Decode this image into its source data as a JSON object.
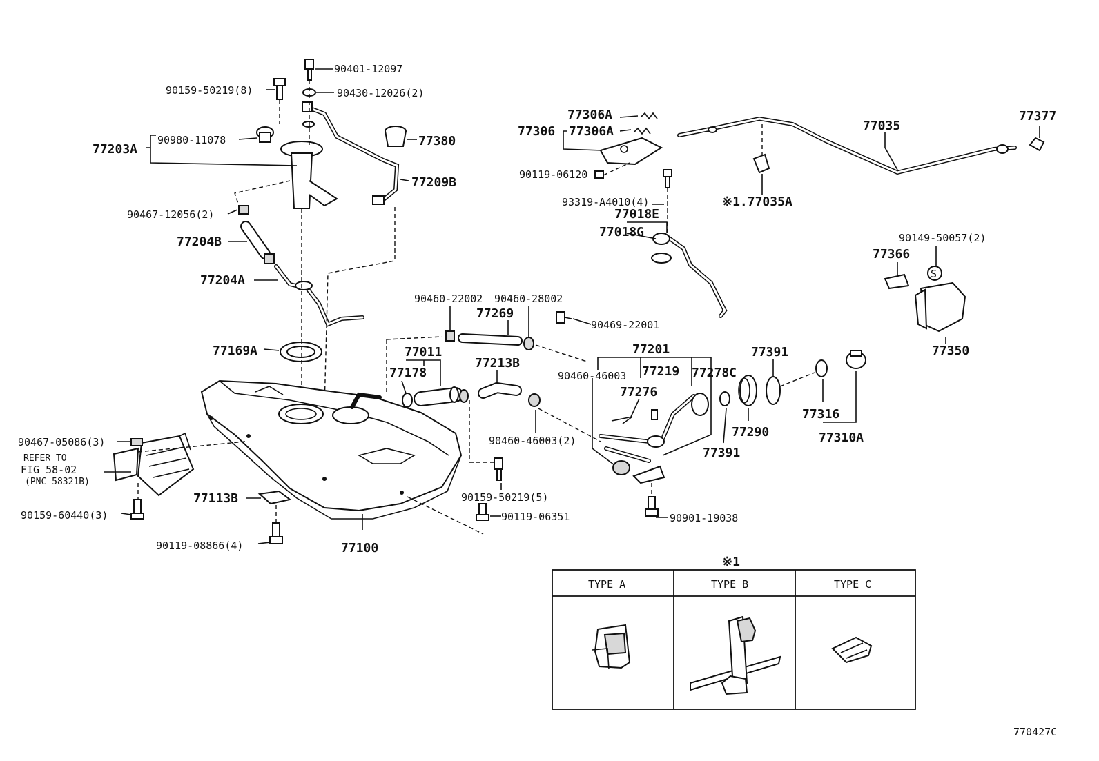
{
  "labels": {
    "p77203A": "77203A",
    "p90159_50219_8": "90159-50219(8)",
    "p90401_12097": "90401-12097",
    "p90430_12026_2": "90430-12026(2)",
    "p90980_11078": "90980-11078",
    "p77380": "77380",
    "p77209B": "77209B",
    "p90467_12056_2": "90467-12056(2)",
    "p77204B": "77204B",
    "p77204A": "77204A",
    "p77169A": "77169A",
    "p77306A_1": "77306A",
    "p77306": "77306",
    "p77306A_2": "77306A",
    "p90119_06120": "90119-06120",
    "p77035": "77035",
    "p77377": "77377",
    "p93319_A4010_4": "93319-A4010(4)",
    "p77018E": "77018E",
    "p77018G": "77018G",
    "p77035A": "※1.77035A",
    "p90149_50057_2": "90149-50057(2)",
    "p77366": "77366",
    "p77350": "77350",
    "p90460_22002": "90460-22002",
    "p90460_28002": "90460-28002",
    "p77269": "77269",
    "p90469_22001": "90469-22001",
    "p77011": "77011",
    "p77178": "77178",
    "p77213B": "77213B",
    "p77201": "77201",
    "p90460_46003": "90460-46003",
    "p77219": "77219",
    "p77278C": "77278C",
    "p77276": "77276",
    "p77391_a": "77391",
    "p77391_b": "77391",
    "p77290": "77290",
    "p77316": "77316",
    "p77310A": "77310A",
    "p90460_46003_2": "90460-46003(2)",
    "p90467_05086_3": "90467-05086(3)",
    "refer_line1": "REFER TO",
    "refer_line2": "FIG 58-02",
    "refer_line3": "(PNC 58321B)",
    "p90159_60440_3": "90159-60440(3)",
    "p77113B": "77113B",
    "p90119_08866_4": "90119-08866(4)",
    "p77100": "77100",
    "p90159_50219_5": "90159-50219(5)",
    "p90119_06351": "90119-06351",
    "p90901_19038": "90901-19038"
  },
  "types_table": {
    "note": "※1",
    "headers": [
      "TYPE A",
      "TYPE B",
      "TYPE C"
    ]
  },
  "figure_id": "770427C"
}
